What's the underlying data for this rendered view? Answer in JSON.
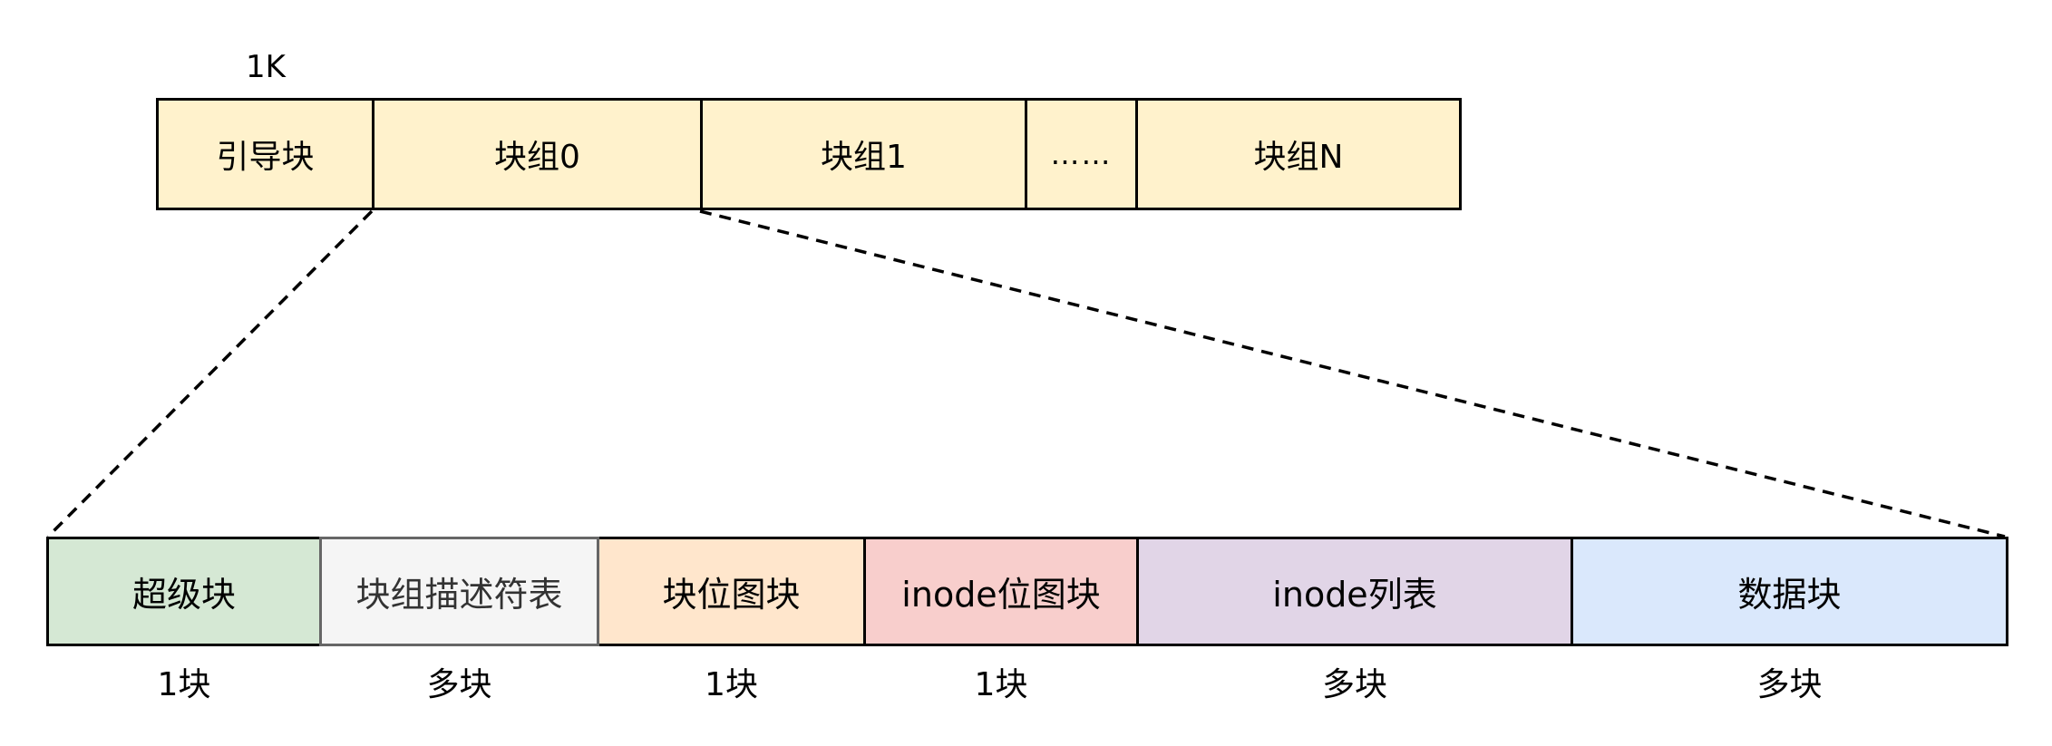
{
  "colors": {
    "background": "#ffffff",
    "line": "#000000",
    "gray_border": "#666666"
  },
  "disk_row": {
    "size_label": "1K",
    "cells": [
      {
        "label": "引导块",
        "fill": "#fff2cc"
      },
      {
        "label": "块组0",
        "fill": "#fff2cc"
      },
      {
        "label": "块组1",
        "fill": "#fff2cc"
      },
      {
        "label": "……",
        "fill": "#fff2cc"
      },
      {
        "label": "块组N",
        "fill": "#fff2cc"
      }
    ]
  },
  "group_row": {
    "cells": [
      {
        "label": "超级块",
        "count": "1块",
        "fill": "#d5e8d4",
        "border": "#000000",
        "text": "#000000"
      },
      {
        "label": "块组描述符表",
        "count": "多块",
        "fill": "#f5f5f5",
        "border": "#666666",
        "text": "#333333"
      },
      {
        "label": "块位图块",
        "count": "1块",
        "fill": "#ffe6cc",
        "border": "#000000",
        "text": "#000000"
      },
      {
        "label": "inode位图块",
        "count": "1块",
        "fill": "#f8cecc",
        "border": "#000000",
        "text": "#000000"
      },
      {
        "label": "inode列表",
        "count": "多块",
        "fill": "#e1d5e7",
        "border": "#000000",
        "text": "#000000"
      },
      {
        "label": "数据块",
        "count": "多块",
        "fill": "#dae8fc",
        "border": "#000000",
        "text": "#000000"
      }
    ]
  }
}
